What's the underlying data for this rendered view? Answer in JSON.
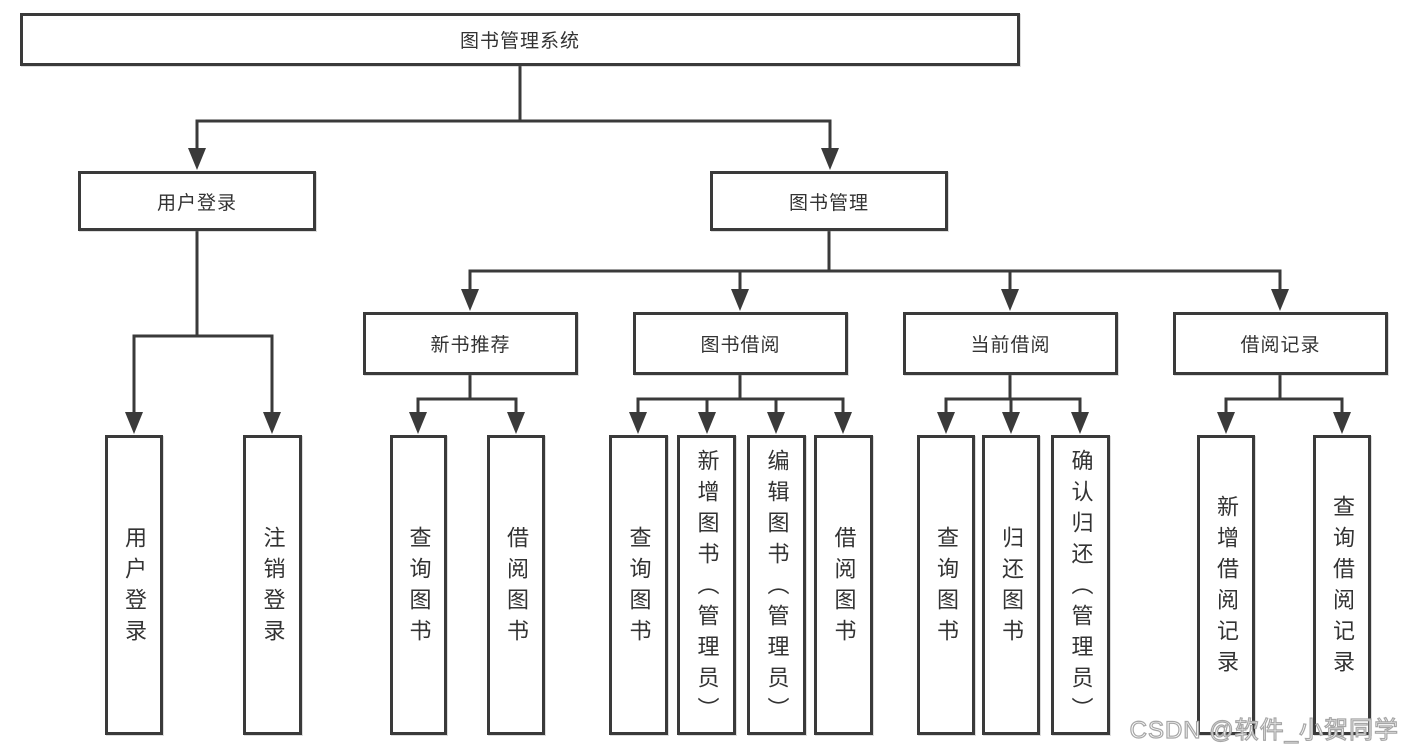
{
  "diagram": {
    "root": {
      "label": "图书管理系统"
    },
    "branches": [
      {
        "label": "用户登录",
        "children": [
          {
            "label": "用户登录"
          },
          {
            "label": "注销登录"
          }
        ]
      },
      {
        "label": "图书管理",
        "children": [
          {
            "label": "新书推荐",
            "children": [
              {
                "label": "查询图书"
              },
              {
                "label": "借阅图书"
              }
            ]
          },
          {
            "label": "图书借阅",
            "children": [
              {
                "label": "查询图书"
              },
              {
                "label": "新增图书（管理员）"
              },
              {
                "label": "编辑图书（管理员）"
              },
              {
                "label": "借阅图书"
              }
            ]
          },
          {
            "label": "当前借阅",
            "children": [
              {
                "label": "查询图书"
              },
              {
                "label": "归还图书"
              },
              {
                "label": "确认归还（管理员）"
              }
            ]
          },
          {
            "label": "借阅记录",
            "children": [
              {
                "label": "新增借阅记录"
              },
              {
                "label": "查询借阅记录"
              }
            ]
          }
        ]
      }
    ]
  },
  "watermark": {
    "text": "CSDN @软件_小贺同学"
  },
  "colors": {
    "line": "#3a3a3a",
    "box_border": "#3a3a3a",
    "box_fill": "#ffffff",
    "text": "#333333",
    "watermark_outline": "#a6a6a6",
    "watermark_fill": "#ffffff"
  }
}
